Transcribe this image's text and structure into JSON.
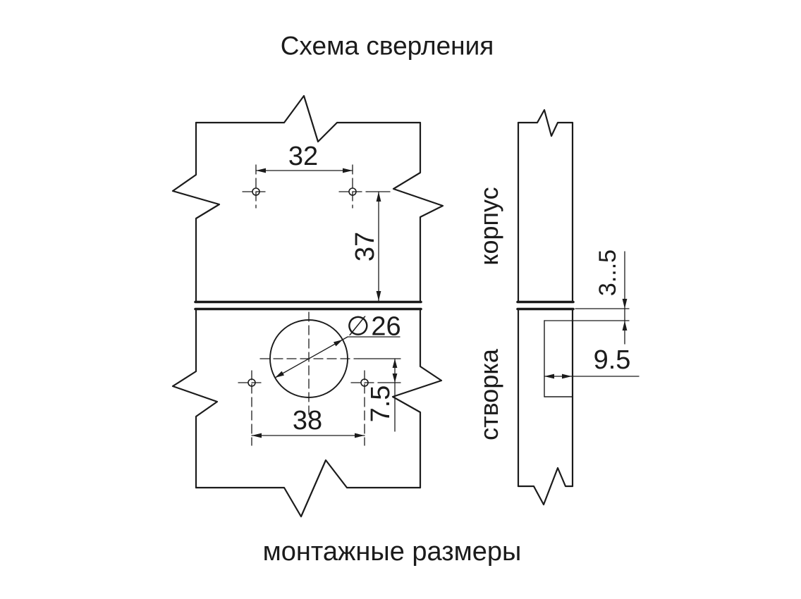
{
  "title": "Схема сверления",
  "caption": "монтажные размеры",
  "views": {
    "body_label": "корпус",
    "leaf_label": "створка"
  },
  "dimensions": {
    "top_hole_spacing": "32",
    "plate_offset": "37",
    "cup_hole_spacing": "38",
    "cup_center_to_holes": "7.5",
    "cup_diameter_symbol": "∅",
    "cup_diameter": "26",
    "edge_distance": "3...5",
    "cup_depth": "9.5"
  },
  "colors": {
    "line": "#1b1b1b",
    "background": "#ffffff"
  }
}
